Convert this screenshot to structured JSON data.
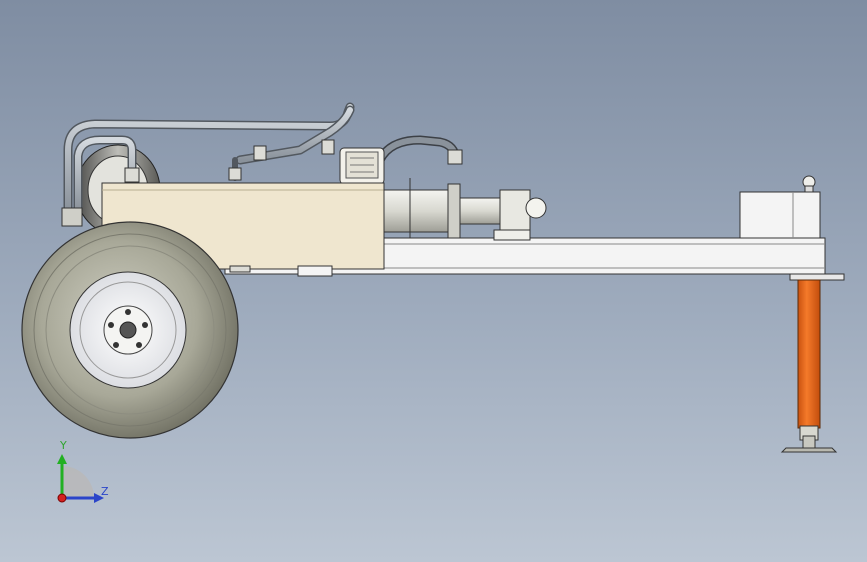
{
  "viewport": {
    "background_top": "#7f8da2",
    "background_bottom": "#bcc6d3"
  },
  "model": {
    "parts": [
      "tire",
      "wheel-rim",
      "hydraulic-tank",
      "hose-assembly",
      "pressure-gauge",
      "hydraulic-cylinder",
      "beam",
      "hitch-coupler",
      "jack-stand",
      "jack-foot"
    ],
    "colors": {
      "tank": "#efe6cf",
      "beam": "#f4f4f4",
      "jack": "#f26d1e",
      "tire": "#9a9a88",
      "hose": "#a9b0b8"
    }
  },
  "triad": {
    "y_label": "Y",
    "z_label": "Z",
    "y_color": "#22b022",
    "z_color": "#2b45c9",
    "x_color": "#d42020"
  }
}
